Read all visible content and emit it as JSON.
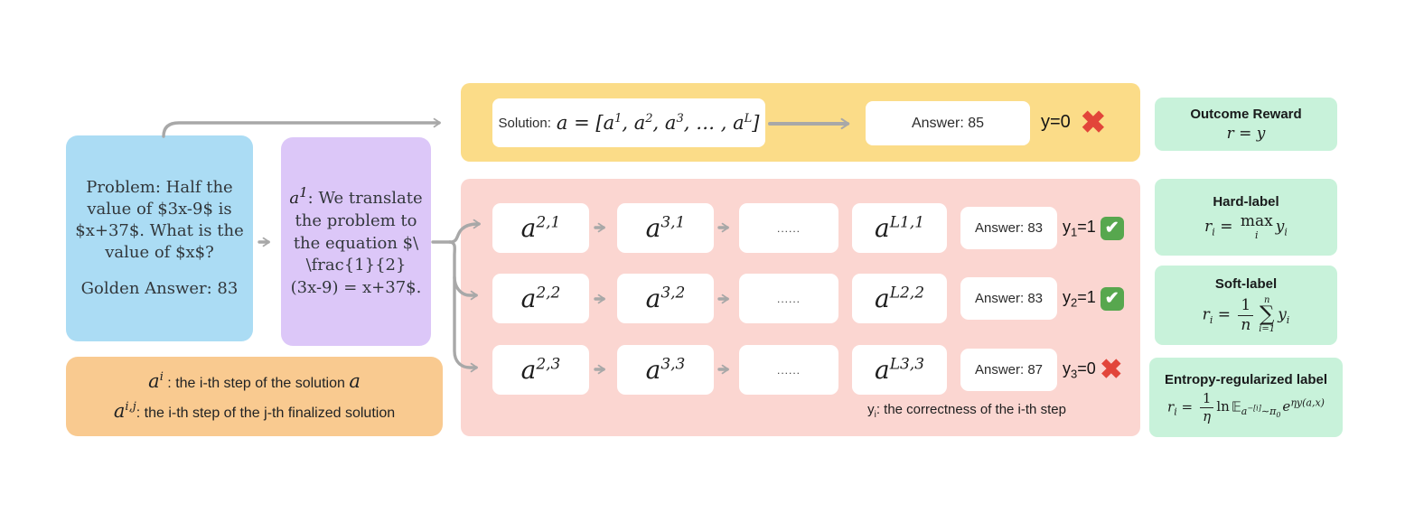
{
  "symbols": {
    "a": "a",
    "y": "y",
    "r": "r"
  },
  "problem_box": {
    "l1": "Problem: Half the",
    "l2": "value of $3x-9$ is",
    "l3": "$x+37$. What is the",
    "l4": "value of $x$?",
    "answer": "Golden Answer: 83"
  },
  "step1_box": {
    "sup": "1",
    "l1": ": We translate",
    "l2": "the problem to",
    "l3": "the equation $\\",
    "l4": "\\frac{1}{2}",
    "l5": "(3x-9) = x+37$."
  },
  "legend": {
    "sup1": "i",
    "text1": " : the i-th step of the solution ",
    "tail1": "a",
    "sup2": "i,j",
    "text2": ": the i-th step of the j-th finalized solution"
  },
  "solution": {
    "label": "Solution:",
    "eq": " = [",
    "s1": "1",
    "c1": ", ",
    "s2": "2",
    "c2": ", ",
    "s3": "3",
    "c3": ", … , ",
    "sL": "L",
    "close": "]",
    "answer": "Answer: 85",
    "yval": "=0",
    "mark": "cross"
  },
  "samples": {
    "rows": [
      {
        "s1": "2,1",
        "s2": "3,1",
        "dots": "......",
        "s3": "L1,1",
        "answer": "Answer: 83",
        "ysub": "1",
        "yval": "=1",
        "mark": "check"
      },
      {
        "s1": "2,2",
        "s2": "3,2",
        "dots": "......",
        "s3": "L2,2",
        "answer": "Answer: 83",
        "ysub": "2",
        "yval": "=1",
        "mark": "check"
      },
      {
        "s1": "2,3",
        "s2": "3,3",
        "dots": "......",
        "s3": "L3,3",
        "answer": "Answer: 87",
        "ysub": "3",
        "yval": "=0",
        "mark": "cross"
      }
    ],
    "caption_sub": "i",
    "caption_text": ": the correctness of the i-th step"
  },
  "rewards": {
    "outcome": {
      "title": "Outcome Reward",
      "eq": " = "
    },
    "hard": {
      "title": "Hard-label",
      "sub": "i",
      "eq": " = ",
      "op": "max",
      "oplim": "i",
      "rsub": "i"
    },
    "soft": {
      "title": "Soft-label",
      "sub": "i",
      "eq": " = ",
      "num": "1",
      "den": "n",
      "sumtop": "n",
      "sum": "∑",
      "sumbot": "i=1",
      "rsub": "i"
    },
    "entropy": {
      "title": "Entropy-regularized label",
      "sub": "i",
      "eq": " = ",
      "num": "1",
      "den": "η",
      "ln": "ln",
      "E": "𝔼",
      "esub_sup": "−[i]",
      "esub_tail": "∼π",
      "esub_zero": "0",
      "base_e": "e",
      "exp": "ηy(a,x)"
    }
  }
}
